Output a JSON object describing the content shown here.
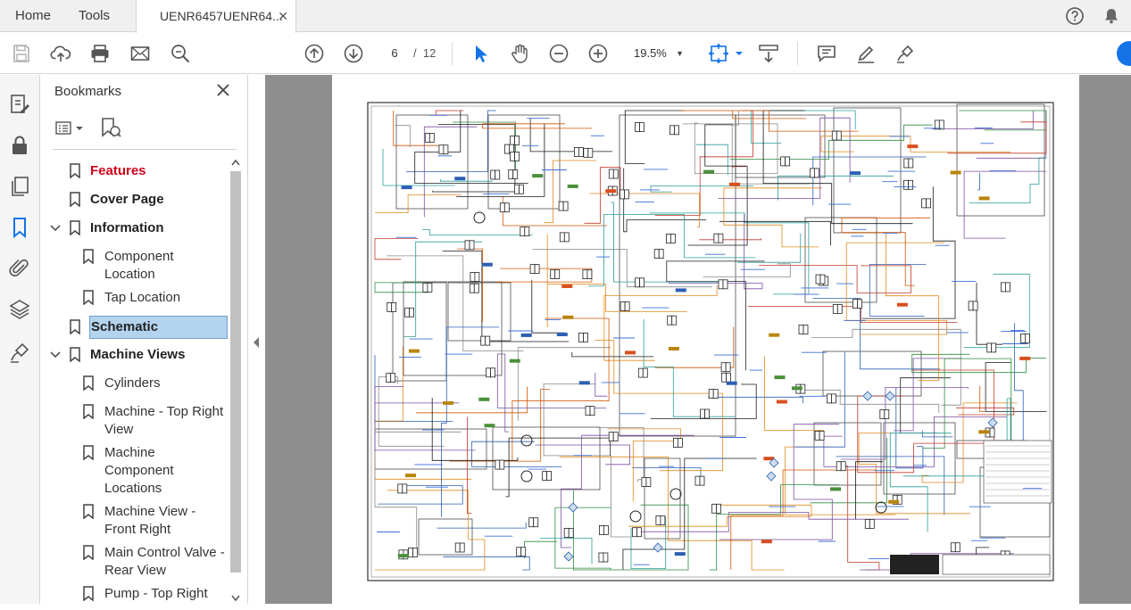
{
  "tabs": {
    "home": "Home",
    "tools": "Tools",
    "document": "UENR6457UENR64...",
    "close_glyph": "✕"
  },
  "toolbar": {
    "current_page": "6",
    "page_separator": "/",
    "total_pages": "12",
    "zoom": "19.5%",
    "icons": [
      "save-icon",
      "cloud-upload-icon",
      "print-icon",
      "email-icon",
      "zoom-search-icon",
      "prev-page-icon",
      "next-page-icon",
      "select-arrow-icon",
      "hand-tool-icon",
      "zoom-out-icon",
      "zoom-in-icon",
      "fit-page-icon",
      "scroll-mode-icon",
      "comment-icon",
      "highlight-pen-icon",
      "sign-icon"
    ]
  },
  "left_rail": [
    "edit-pdf-icon",
    "lock-icon",
    "pages-icon",
    "bookmark-icon",
    "attachment-icon",
    "layers-icon",
    "signature-icon"
  ],
  "bookmarks_panel": {
    "title": "Bookmarks",
    "items": [
      {
        "label": "Features",
        "level": 0,
        "color": "#d0021b"
      },
      {
        "label": "Cover Page",
        "level": 0
      },
      {
        "label": "Information",
        "level": 0,
        "expanded": true
      },
      {
        "label": "Component Location",
        "level": 1
      },
      {
        "label": "Tap Location",
        "level": 1
      },
      {
        "label": "Schematic",
        "level": 0,
        "selected": true
      },
      {
        "label": "Machine Views",
        "level": 0,
        "expanded": true
      },
      {
        "label": "Cylinders",
        "level": 1
      },
      {
        "label": "Machine - Top Right View",
        "level": 1
      },
      {
        "label": "Machine Component Locations",
        "level": 1
      },
      {
        "label": "Machine View - Front Right",
        "level": 1
      },
      {
        "label": "Main Control Valve - Rear View",
        "level": 1
      },
      {
        "label": "Pump - Top Right",
        "level": 1
      }
    ]
  },
  "colors": {
    "accent": "#1473e6",
    "selection": "#b4d3ef",
    "viewer_bg": "#8e8e8e"
  }
}
